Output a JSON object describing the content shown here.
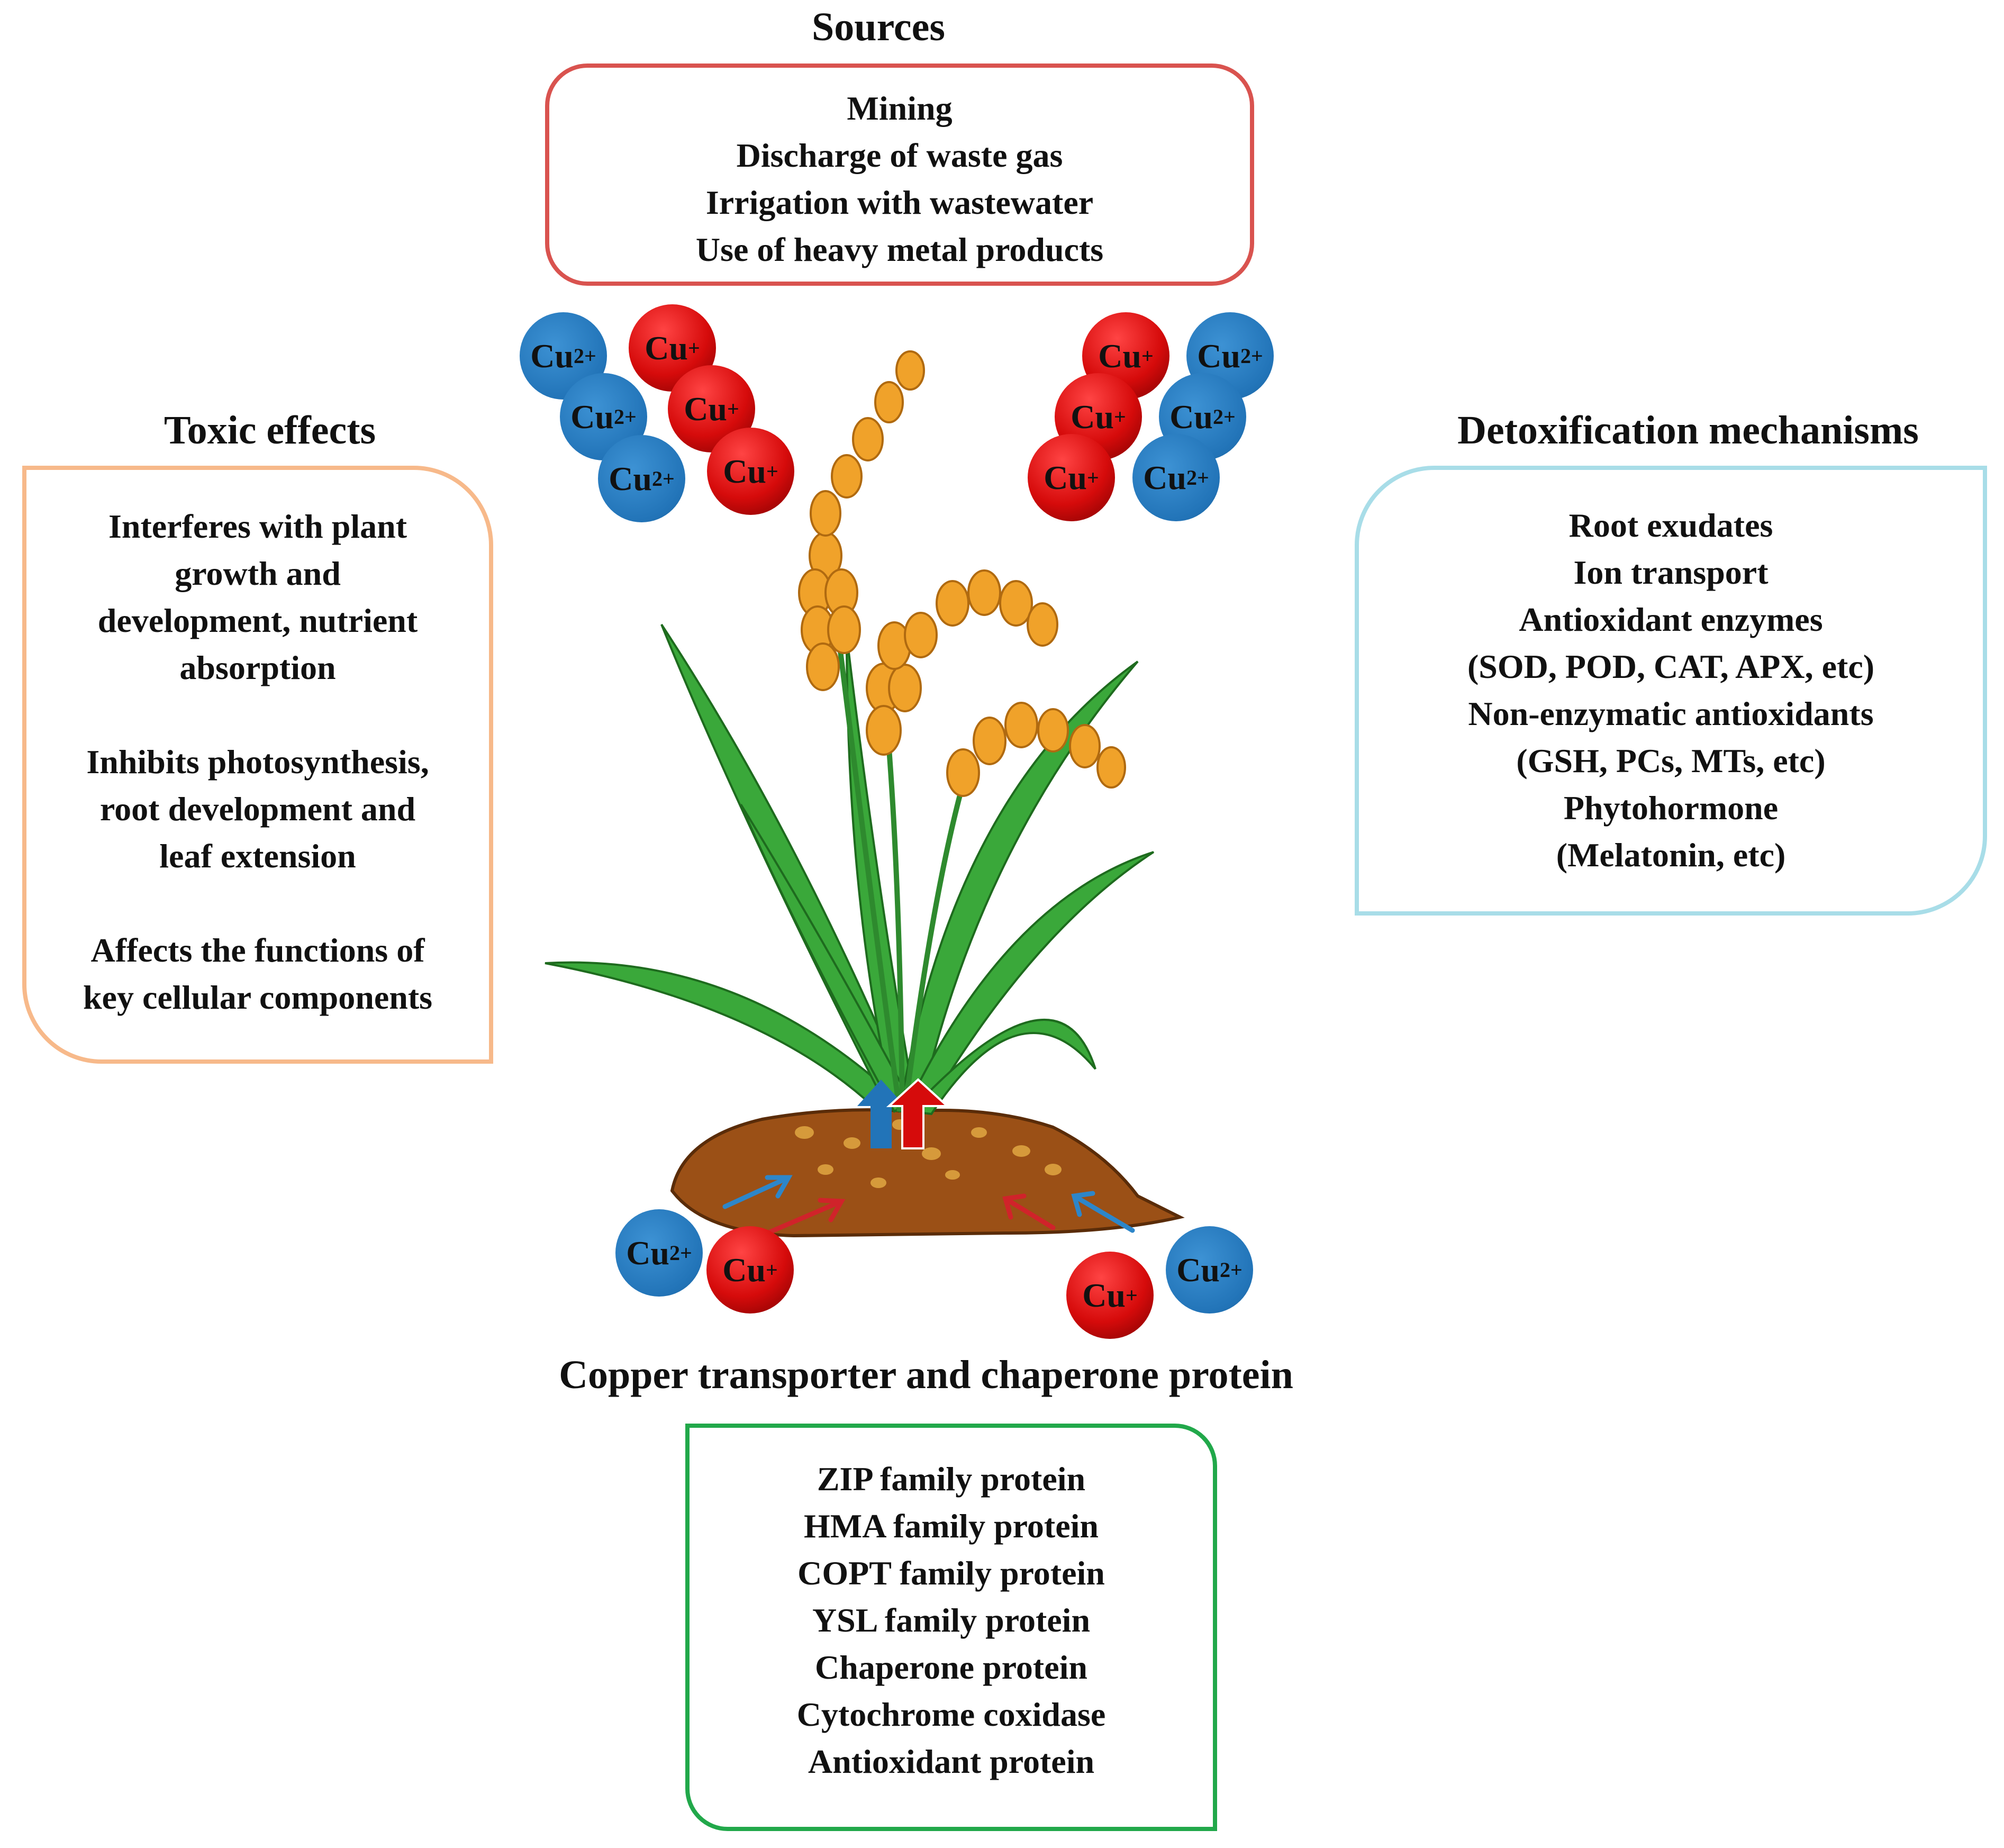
{
  "sources": {
    "heading": "Sources",
    "items": [
      "Mining",
      "Discharge of waste gas",
      "Irrigation with wastewater",
      "Use of heavy metal products"
    ],
    "border_color": "#d9534f"
  },
  "toxic": {
    "heading": "Toxic effects",
    "items": [
      "Interferes with plant",
      "growth and",
      "development, nutrient",
      "absorption",
      "",
      "Inhibits photosynthesis,",
      "root development and",
      "leaf extension",
      "",
      "Affects the functions of",
      "key cellular components"
    ],
    "border_color": "#f7b98a"
  },
  "detox": {
    "heading": "Detoxification mechanisms",
    "items": [
      "Root exudates",
      "Ion transport",
      "Antioxidant enzymes",
      "(SOD, POD, CAT, APX, etc)",
      "Non-enzymatic antioxidants",
      "(GSH, PCs, MTs, etc)",
      "Phytohormone",
      "(Melatonin, etc)"
    ],
    "border_color": "#a8dde8"
  },
  "transporter": {
    "heading": "Copper transporter and chaperone protein",
    "items": [
      "ZIP family protein",
      "HMA family protein",
      "COPT family protein",
      "YSL family protein",
      "Chaperone protein",
      "Cytochrome coxidase",
      "Antioxidant protein"
    ],
    "border_color": "#21a84a"
  },
  "ions": {
    "cu2_label": "Cu",
    "cu2_charge": "2+",
    "cu1_label": "Cu",
    "cu1_charge": "+",
    "cu2_color": "#2274b8",
    "cu1_color": "#d60b0b"
  }
}
